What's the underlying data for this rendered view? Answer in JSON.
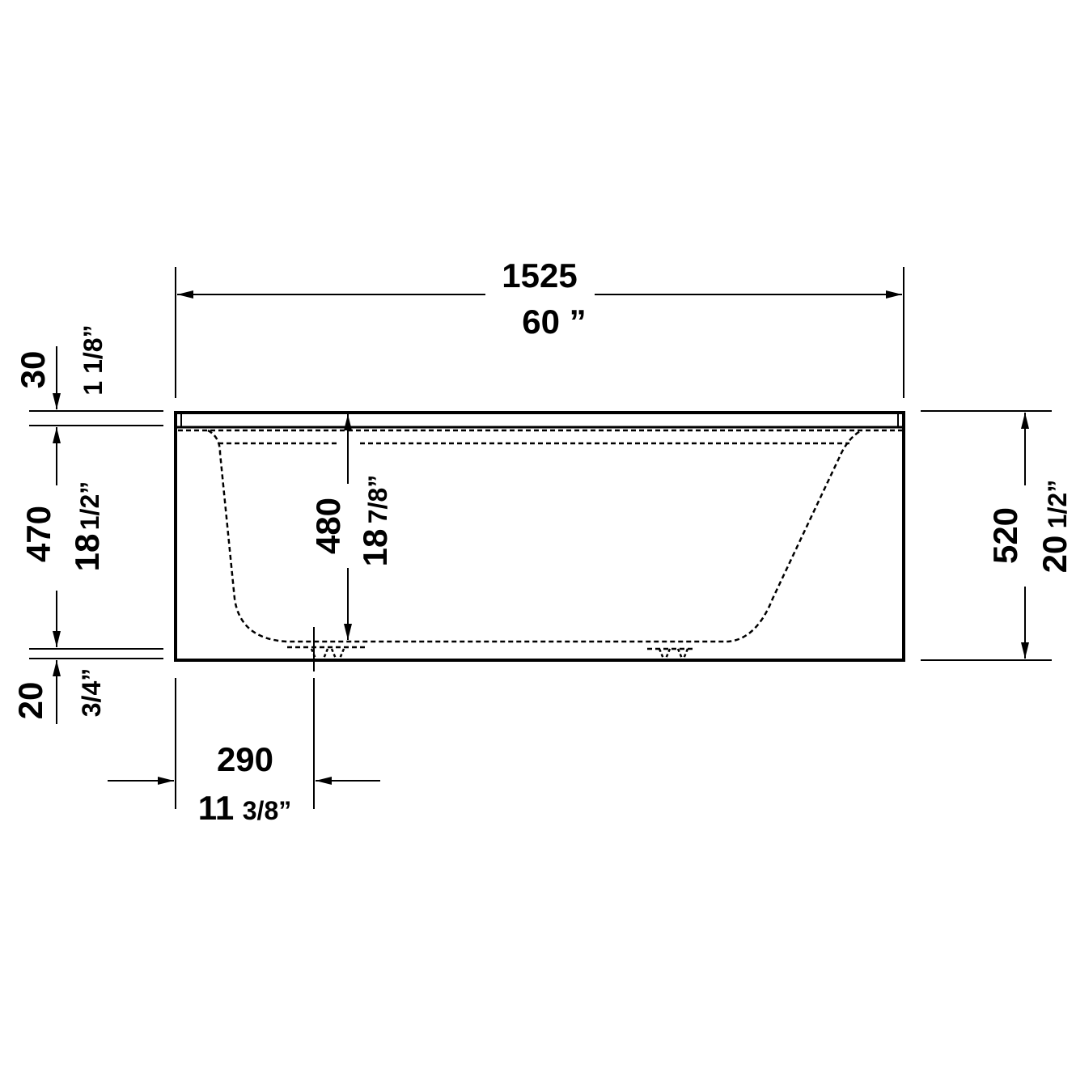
{
  "drawing": {
    "subject": "bathtub side elevation",
    "line_color": "#000000",
    "background": "#ffffff"
  },
  "dimensions": {
    "overall_length": {
      "mm": "1525",
      "inch": "60 ”"
    },
    "rim_thickness": {
      "mm": "30",
      "inch": "1 1/8”"
    },
    "inner_height": {
      "mm": "470",
      "inch_whole": "18",
      "inch_frac": "1/2”"
    },
    "depth": {
      "mm": "480",
      "inch_whole": "18",
      "inch_frac": "7/8”"
    },
    "overall_height": {
      "mm": "520",
      "inch_whole": "20",
      "inch_frac": "1/2”"
    },
    "base_thickness": {
      "mm": "20",
      "inch": "3/4”"
    },
    "drain_offset": {
      "mm": "290",
      "inch_whole": "11",
      "inch_frac": "3/8”"
    }
  }
}
